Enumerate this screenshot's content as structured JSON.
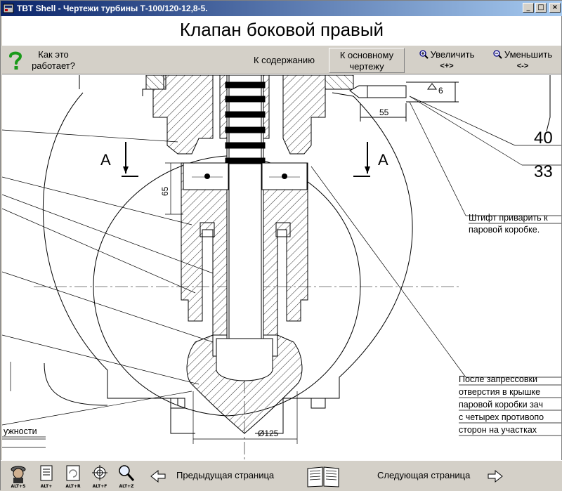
{
  "window": {
    "title": "TBT Shell - Чертежи турбины Т-100/120-12,8-5.",
    "min_btn": "_",
    "max_btn": "□",
    "close_btn": "×"
  },
  "page": {
    "title": "Клапан боковой правый"
  },
  "toolbar": {
    "help_line1": "Как это",
    "help_line2": "работает?",
    "toc_link": "К содержанию",
    "main_drawing_line1": "К основному",
    "main_drawing_line2": "чертежу",
    "zoom_in_label": "Увеличить",
    "zoom_in_shortcut": "<+>",
    "zoom_out_label": "Уменьшить",
    "zoom_out_shortcut": "<->"
  },
  "drawing": {
    "section_left": "А",
    "section_right": "А",
    "dim_65": "65",
    "dim_55": "55",
    "dim_6": "6",
    "dim_diameter": "Ø125",
    "pos_40": "40",
    "pos_33": "33",
    "note_pin_line1": "Штифт приварить к",
    "note_pin_line2": "паровой коробке.",
    "note_press_line1": "После запрессовки",
    "note_press_line2": "отверстия в крышке",
    "note_press_line3": "паровой коробки зач",
    "note_press_line4": "с четырех противопо",
    "note_press_line5": "сторон на участках",
    "note_left": "ужности"
  },
  "bottom": {
    "icons": [
      {
        "name": "agent",
        "key": "ALT+S"
      },
      {
        "name": "document",
        "key": "ALT+"
      },
      {
        "name": "refresh",
        "key": "ALT+R"
      },
      {
        "name": "fit",
        "key": "ALT+F"
      },
      {
        "name": "zoom",
        "key": "ALT+Z"
      }
    ],
    "prev_label": "Предыдущая страница",
    "next_label": "Следующая страница"
  }
}
